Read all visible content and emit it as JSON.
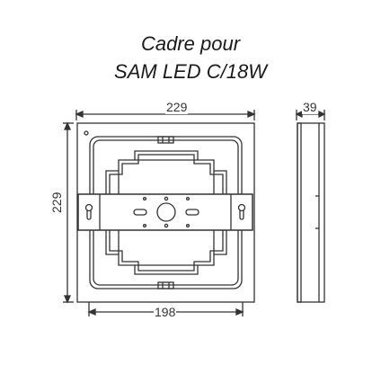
{
  "title": {
    "line1": "Cadre pour",
    "line2": "SAM LED C/18W"
  },
  "dimensions": {
    "width_top": "229",
    "height_left": "229",
    "depth": "39",
    "width_bottom": "198"
  },
  "colors": {
    "line": "#333333",
    "text": "#1a1a1a"
  }
}
